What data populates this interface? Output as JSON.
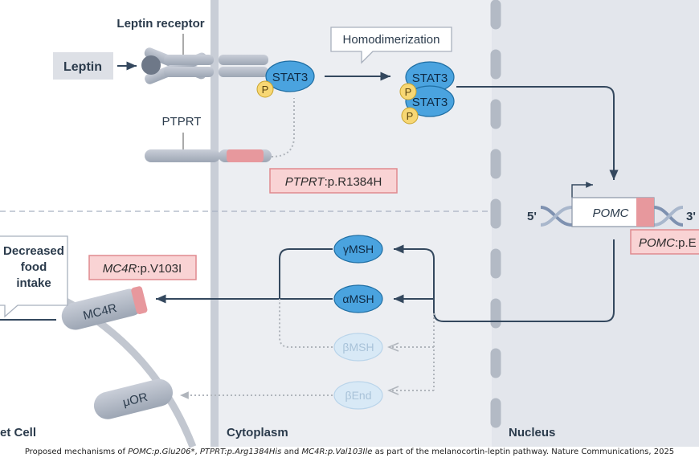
{
  "regions": {
    "target_cell": "et Cell",
    "cytoplasm": "Cytoplasm",
    "nucleus": "Nucleus"
  },
  "receptor": {
    "leptin_label": "Leptin",
    "receptor_label": "Leptin receptor",
    "ptprt_label": "PTPRT"
  },
  "stat": {
    "stat3": "STAT3",
    "phospho": "P",
    "homodimerization": "Homodimerization"
  },
  "variants": {
    "ptprt_gene": "PTPRT",
    "ptprt_change": ":p.R1384H",
    "mc4r_gene": "MC4R",
    "mc4r_change": ":p.V103I",
    "pomc_gene": "POMC",
    "pomc_change": ":p.E"
  },
  "dna": {
    "five_prime": "5'",
    "three_prime": "3'",
    "gene": "POMC"
  },
  "peptides": {
    "gamma": "γMSH",
    "alpha": "αMSH",
    "beta": "βMSH",
    "endorphin": "βEnd"
  },
  "membrane_receptors": {
    "mc4r": "MC4R",
    "mor": "μOR"
  },
  "effect": {
    "line1": "Decreased",
    "line2": "food",
    "line3": "intake"
  },
  "caption": {
    "p1": "Proposed mechanisms of ",
    "v1": "POMC:p.Glu206*",
    "p2": ", ",
    "v2": "PTPRT:p.Arg1384His",
    "p3": " and ",
    "v3": "MC4R:p.Val103Ile",
    "p4": " as part of the melanocortin-leptin pathway. Nature Communications, 2025"
  },
  "colors": {
    "stat_blue": "#4aa3df",
    "phospho_yellow": "#f7d774",
    "variant_fill": "#f9d3d4",
    "variant_border": "#e08a8f",
    "arrow": "#34485e"
  }
}
